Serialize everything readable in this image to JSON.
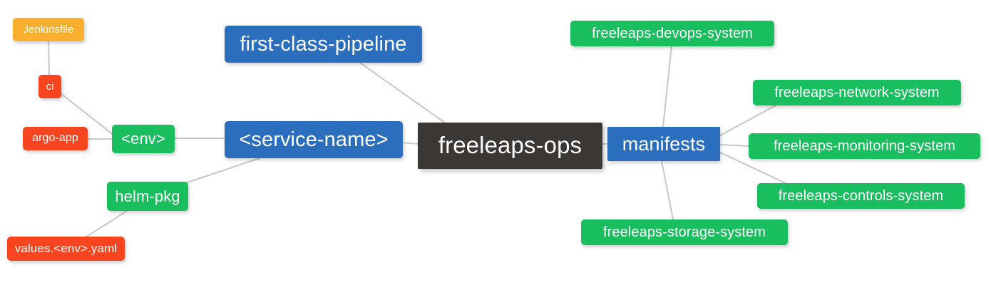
{
  "diagram": {
    "title": "freeleaps-ops repository structure mindmap",
    "background": "#ffffff",
    "edge_color": "#c9c9c9",
    "palette": {
      "root_dark": "#3b3735",
      "blue": "#2a6ebd",
      "green": "#19bf5e",
      "red": "#f9451f",
      "orange": "#fbaf2f",
      "text": "#ffffff"
    }
  },
  "nodes": {
    "root": {
      "label": "freeleaps-ops",
      "color": "#3b3735"
    },
    "first_class_pipeline": {
      "label": "first-class-pipeline",
      "color": "#2a6ebd"
    },
    "service_name": {
      "label": "<service-name>",
      "color": "#2a6ebd"
    },
    "manifests": {
      "label": "manifests",
      "color": "#2a6ebd"
    },
    "env": {
      "label": "<env>",
      "color": "#19bf5e"
    },
    "helm_pkg": {
      "label": "helm-pkg",
      "color": "#19bf5e"
    },
    "jenkinsfile": {
      "label": "Jenkinsfile",
      "color": "#fbaf2f"
    },
    "ci": {
      "label": "ci",
      "color": "#f9451f"
    },
    "argo_app": {
      "label": "argo-app",
      "color": "#f9451f"
    },
    "values_yaml": {
      "label": "values.<env>.yaml",
      "color": "#f9451f"
    },
    "devops_system": {
      "label": "freeleaps-devops-system",
      "color": "#19bf5e"
    },
    "network_system": {
      "label": "freeleaps-network-system",
      "color": "#19bf5e"
    },
    "monitoring_system": {
      "label": "freeleaps-monitoring-system",
      "color": "#19bf5e"
    },
    "controls_system": {
      "label": "freeleaps-controls-system",
      "color": "#19bf5e"
    },
    "storage_system": {
      "label": "freeleaps-storage-system",
      "color": "#19bf5e"
    }
  },
  "edges": [
    {
      "from": "jenkinsfile",
      "to": "ci"
    },
    {
      "from": "ci",
      "to": "env"
    },
    {
      "from": "argo_app",
      "to": "env"
    },
    {
      "from": "env",
      "to": "service_name"
    },
    {
      "from": "values_yaml",
      "to": "helm_pkg"
    },
    {
      "from": "helm_pkg",
      "to": "service_name"
    },
    {
      "from": "service_name",
      "to": "root"
    },
    {
      "from": "first_class_pipeline",
      "to": "root"
    },
    {
      "from": "root",
      "to": "manifests"
    },
    {
      "from": "manifests",
      "to": "devops_system"
    },
    {
      "from": "manifests",
      "to": "network_system"
    },
    {
      "from": "manifests",
      "to": "monitoring_system"
    },
    {
      "from": "manifests",
      "to": "controls_system"
    },
    {
      "from": "manifests",
      "to": "storage_system"
    }
  ]
}
